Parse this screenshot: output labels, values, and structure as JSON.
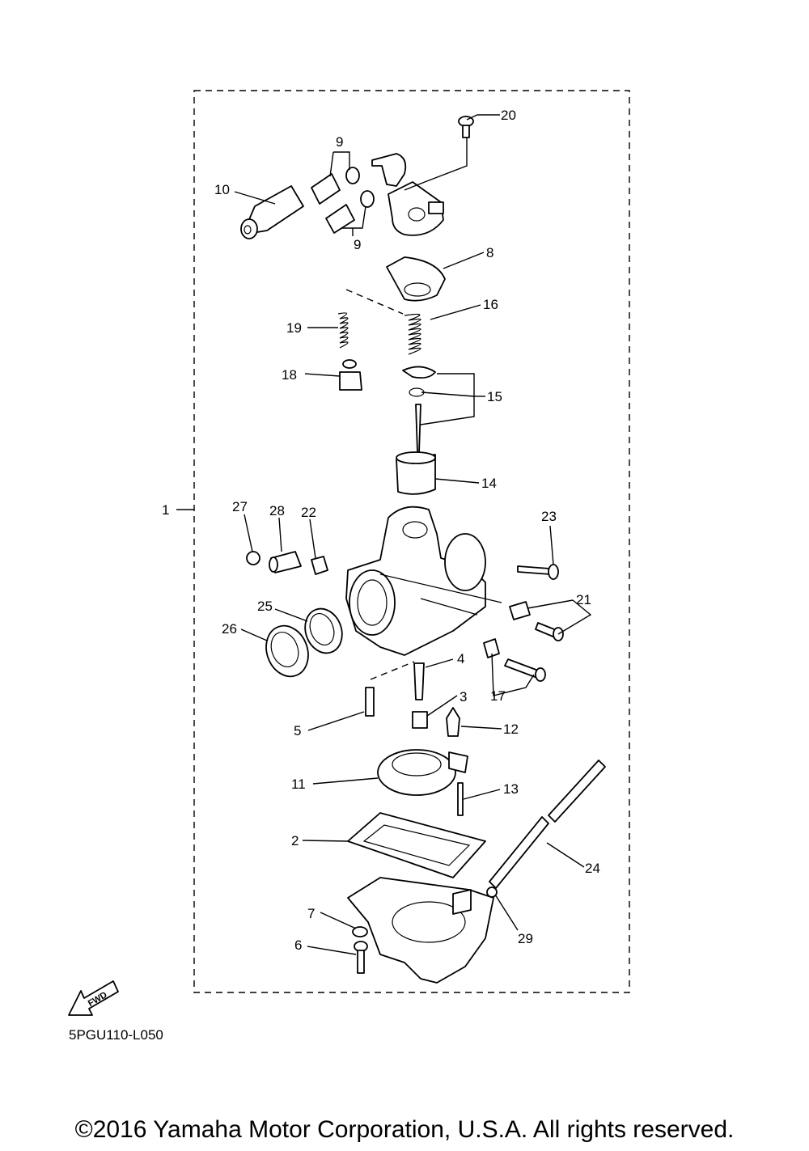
{
  "diagram": {
    "code": "5PGU110-L050",
    "fwd_label": "FWD",
    "copyright": "©2016 Yamaha Motor Corporation, U.S.A. All rights reserved.",
    "callouts": {
      "c1": "1",
      "c2": "2",
      "c3": "3",
      "c4": "4",
      "c5": "5",
      "c6": "6",
      "c7": "7",
      "c8": "8",
      "c9a": "9",
      "c9b": "9",
      "c10": "10",
      "c11": "11",
      "c12": "12",
      "c13": "13",
      "c14": "14",
      "c15": "15",
      "c16": "16",
      "c17": "17",
      "c18": "18",
      "c19": "19",
      "c20": "20",
      "c21": "21",
      "c22": "22",
      "c23": "23",
      "c24": "24",
      "c25": "25",
      "c26": "26",
      "c27": "27",
      "c28": "28",
      "c29": "29"
    }
  }
}
